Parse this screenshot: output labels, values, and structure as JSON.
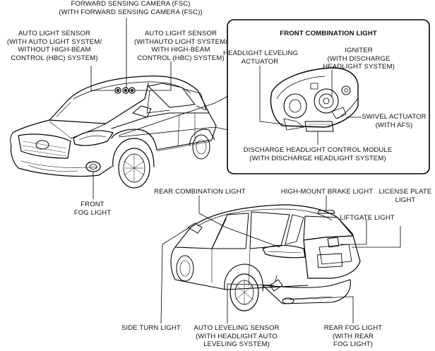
{
  "labels": {
    "fsc": "FORWARD SENSING CAMERA (FSC)\n(WITH FORWARD SENSING CAMERA (FSC))",
    "auto_light_without_hbc": "AUTO LIGHT SENSOR\n(WITH AUTO LIGHT SYSTEM/\nWITHOUT HIGH-BEAM\nCONTROL (HBC) SYSTEM)",
    "auto_light_with_hbc": "AUTO LIGHT SENSOR\n(WITHAUTO LIGHT SYSTEM/\nWITH HIGH-BEAM\nCONTROL (HBC) SYSTEM)",
    "front_fog": "FRONT\nFOG LIGHT",
    "inset_title": "FRONT COMBINATION LIGHT",
    "headlight_leveling": "HEADLIGHT LEVELING\nACTUATOR",
    "igniter": "IGNITER\n(WITH DISCHARGE\nHEADLIGHT SYSTEM)",
    "swivel": "SWIVEL ACTUATOR\n(WITH AFS)",
    "discharge_module": "DISCHARGE HEADLIGHT CONTROL MODULE\n(WITH DISCHARGE HEADLIGHT SYSTEM)",
    "rear_combination": "REAR COMBINATION LIGHT",
    "high_mount": "HIGH-MOUNT BRAKE LIGHT",
    "license_plate": "LICENSE PLATE\nLIGHT",
    "liftgate": "LIFTGATE LIGHT",
    "side_turn": "SIDE TURN LIGHT",
    "auto_leveling": "AUTO LEVELING SENSOR\n(WITH HEADLIGHT AUTO\nLEVELING SYSTEM)",
    "rear_fog": "REAR FOG LIGHT\n(WITH REAR\nFOG LIGHT)"
  }
}
